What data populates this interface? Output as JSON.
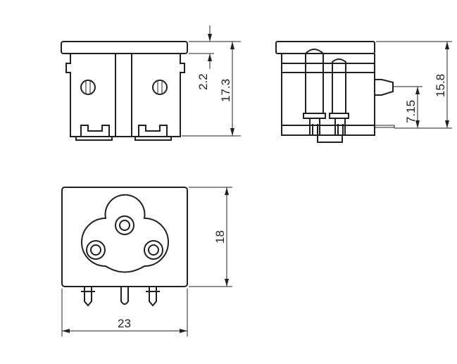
{
  "drawing": {
    "views": [
      "top-view",
      "side-view",
      "front-view"
    ],
    "dimensions": {
      "flange_thickness": "2.2",
      "top_height": "17.3",
      "side_height": "15.8",
      "side_pin_height": "7.15",
      "front_height": "18",
      "front_width": "23"
    },
    "line_color": "#231f20"
  }
}
